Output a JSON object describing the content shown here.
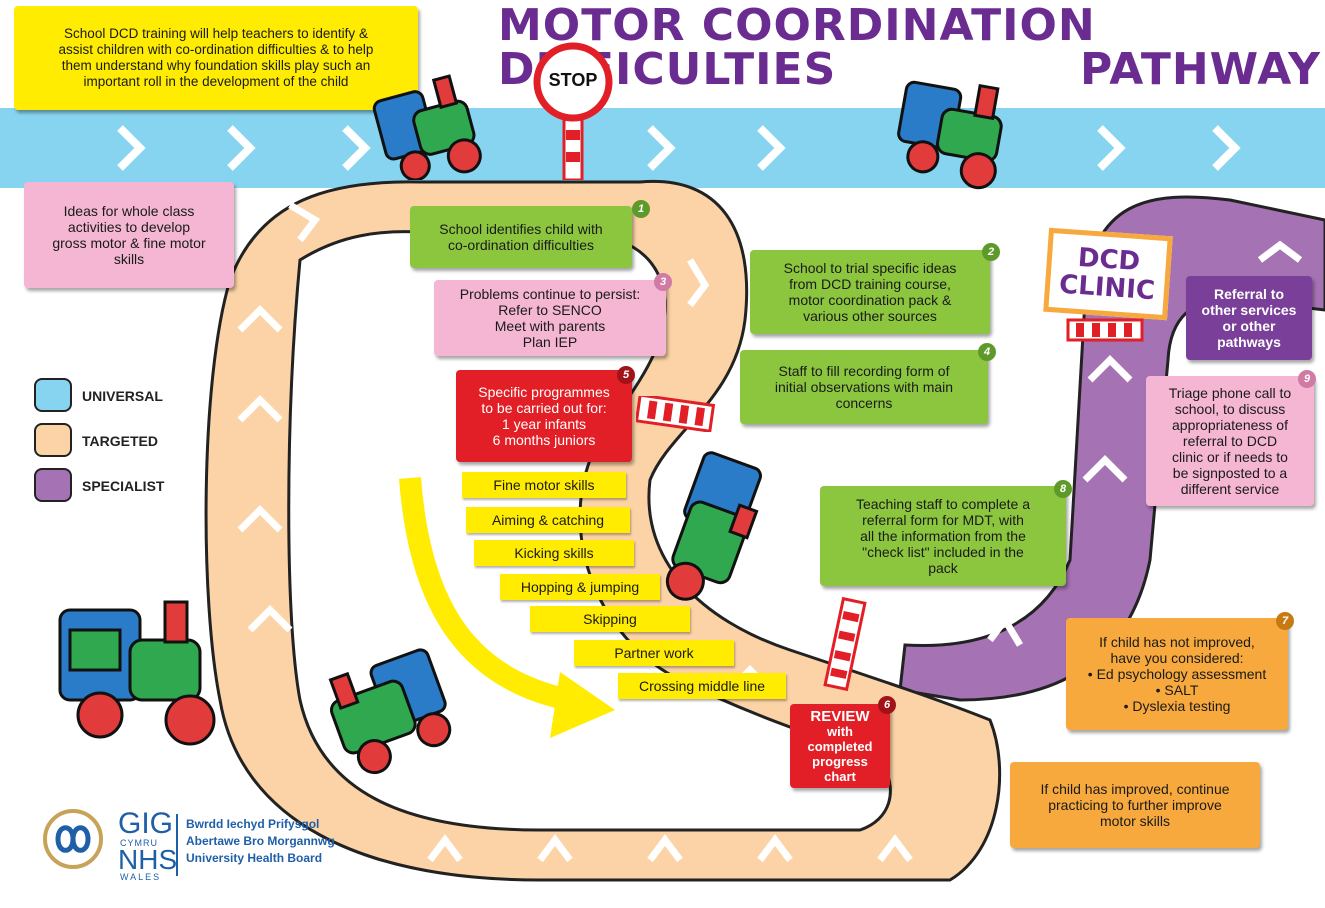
{
  "title": {
    "line1": "MOTOR COORDINATION DIFFICULTIES",
    "line2": "PATHWAY"
  },
  "colors": {
    "universal": "#87d4f0",
    "targeted": "#fbd3a6",
    "specialist": "#a572b4",
    "title": "#6b2c91"
  },
  "boxes": {
    "universal_intro": [
      "School DCD training will help teachers to identify &",
      "assist children with co-ordination difficulties & to help",
      "them understand why foundation skills play such an",
      "important roll in the development of the child"
    ],
    "whole_class": [
      "Ideas for whole class",
      "activities to develop",
      "gross motor & fine motor",
      "skills"
    ],
    "step1": [
      "School identifies child with",
      "co-ordination difficulties"
    ],
    "step2": [
      "School to trial specific ideas",
      "from DCD training course,",
      "motor coordination pack &",
      "various other sources"
    ],
    "step3": [
      "Problems continue to persist:",
      "Refer to SENCO",
      "Meet with parents",
      "Plan IEP"
    ],
    "step4": [
      "Staff to fill recording form of",
      "initial observations with main",
      "concerns"
    ],
    "step5": [
      "Specific programmes",
      "to be carried out for:",
      "1 year infants",
      "6 months juniors"
    ],
    "step6": [
      "REVIEW",
      "with",
      "completed",
      "progress chart"
    ],
    "step7": [
      "If child has not improved,",
      "have you considered:",
      "• Ed psychology assessment",
      "• SALT",
      "• Dyslexia testing"
    ],
    "step8": [
      "Teaching staff to complete a",
      "referral form for MDT, with",
      "all the information from the",
      "\"check list\" included in the",
      "pack"
    ],
    "step9": [
      "Triage phone call to",
      "school, to discuss",
      "appropriateness of",
      "referral to DCD",
      "clinic or if needs to",
      "be signposted to a",
      "different service"
    ],
    "improved": [
      "If child has improved, continue",
      "practicing to further improve",
      "motor skills"
    ],
    "referral": [
      "Referral to",
      "other services",
      "or other",
      "pathways"
    ]
  },
  "step_numbers": {
    "n1": "1",
    "n2": "2",
    "n3": "3",
    "n4": "4",
    "n5": "5",
    "n6": "6",
    "n7": "7",
    "n8": "8",
    "n9": "9"
  },
  "skills": [
    "Fine motor skills",
    "Aiming & catching",
    "Kicking skills",
    "Hopping & jumping",
    "Skipping",
    "Partner work",
    "Crossing middle line"
  ],
  "stop_sign": "STOP",
  "clinic_sign": {
    "line1": "DCD",
    "line2": "CLINIC"
  },
  "legend": [
    {
      "label": "UNIVERSAL",
      "color": "#87d4f0"
    },
    {
      "label": "TARGETED",
      "color": "#fbd3a6"
    },
    {
      "label": "SPECIALIST",
      "color": "#a572b4"
    }
  ],
  "logo": {
    "gig": "GIG",
    "cymru": "CYMRU",
    "nhs": "NHS",
    "wales": "WALES",
    "board": [
      "Bwrdd Iechyd Prifysgol",
      "Abertawe Bro Morgannwg",
      "University Health Board"
    ]
  },
  "icons": {
    "train": "train-icon",
    "stop": "stop-sign-icon",
    "clinic": "clinic-sign-icon",
    "arrow": "curved-arrow-icon",
    "logo": "nhs-wales-logo-icon"
  }
}
